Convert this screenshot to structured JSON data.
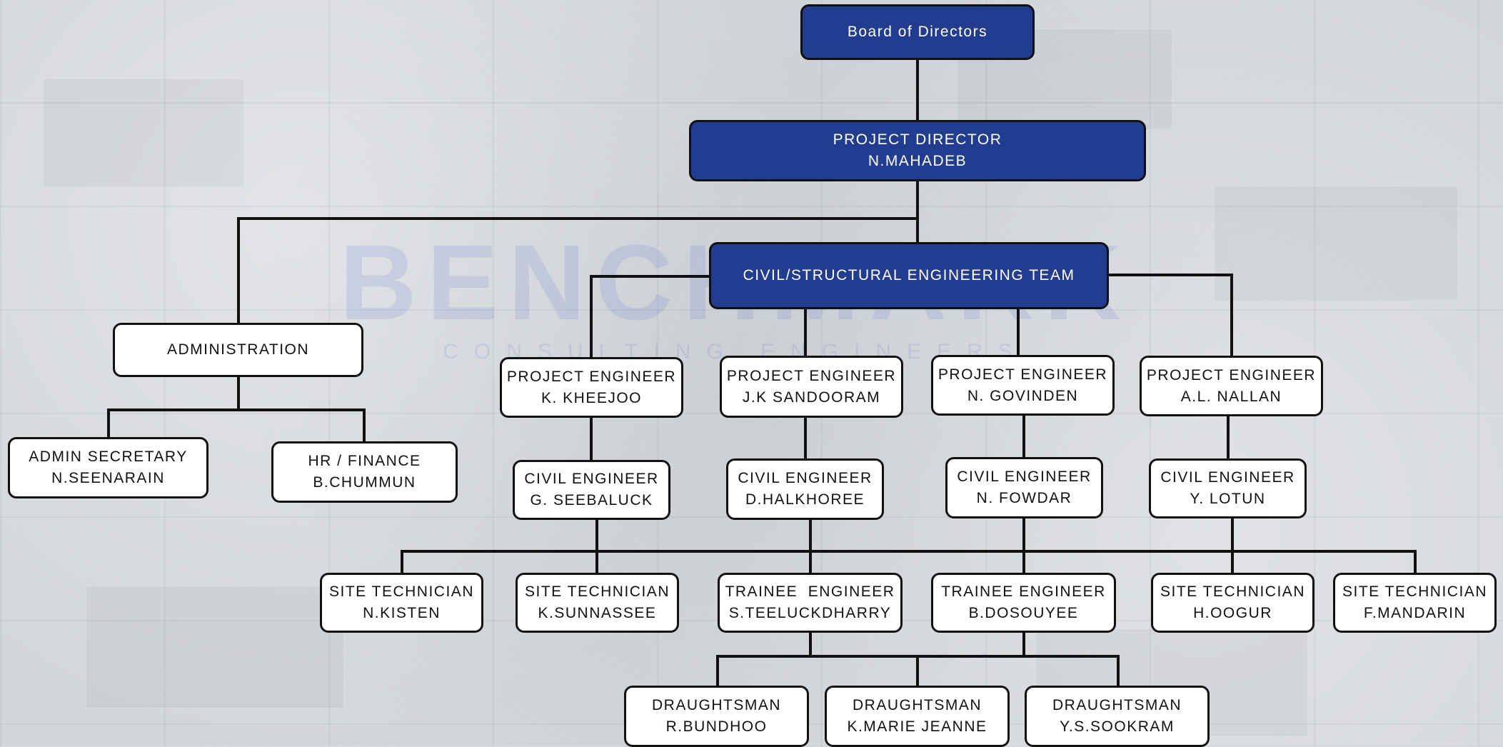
{
  "watermark": {
    "main": "BENCHMARK",
    "sub": "CONSULTING ENGINEERS"
  },
  "colors": {
    "primary": "#223d8f",
    "line": "#111111",
    "box": "#ffffff"
  },
  "nodes": {
    "board": {
      "line1": "Board of Directors"
    },
    "director": {
      "line1": "PROJECT DIRECTOR",
      "line2": "N.MAHADEB"
    },
    "civil_team": {
      "line1": "CIVIL/STRUCTURAL ENGINEERING TEAM"
    },
    "administration": {
      "line1": "ADMINISTRATION"
    },
    "admin_secretary": {
      "line1": "ADMIN SECRETARY",
      "line2": "N.SEENARAIN"
    },
    "hr_finance": {
      "line1": "HR / FINANCE",
      "line2": "B.CHUMMUN"
    },
    "pe_kheejoo": {
      "line1": "PROJECT ENGINEER",
      "line2": "K. KHEEJOO"
    },
    "pe_sandooram": {
      "line1": "PROJECT ENGINEER",
      "line2": "J.K SANDOORAM"
    },
    "pe_govinden": {
      "line1": "PROJECT ENGINEER",
      "line2": "N. GOVINDEN"
    },
    "pe_nallan": {
      "line1": "PROJECT ENGINEER",
      "line2": "A.L. NALLAN"
    },
    "ce_seebaluck": {
      "line1": "CIVIL ENGINEER",
      "line2": "G. SEEBALUCK"
    },
    "ce_halkhoree": {
      "line1": "CIVIL ENGINEER",
      "line2": "D.HALKHOREE"
    },
    "ce_fowdar": {
      "line1": "CIVIL ENGINEER",
      "line2": "N. FOWDAR"
    },
    "ce_lotun": {
      "line1": "CIVIL ENGINEER",
      "line2": "Y. LOTUN"
    },
    "st_kisten": {
      "line1": "SITE TECHNICIAN",
      "line2": "N.KISTEN"
    },
    "st_sunnassee": {
      "line1": "SITE TECHNICIAN",
      "line2": "K.SUNNASSEE"
    },
    "te_teeluckdharry": {
      "line1": "TRAINEE  ENGINEER",
      "line2": "S.TEELUCKDHARRY"
    },
    "te_dosouyee": {
      "line1": "TRAINEE ENGINEER",
      "line2": "B.DOSOUYEE"
    },
    "st_oogur": {
      "line1": "SITE TECHNICIAN",
      "line2": "H.OOGUR"
    },
    "st_mandarin": {
      "line1": "SITE TECHNICIAN",
      "line2": "F.MANDARIN"
    },
    "dr_bundhoo": {
      "line1": "DRAUGHTSMAN",
      "line2": "R.BUNDHOO"
    },
    "dr_mariejeanne": {
      "line1": "DRAUGHTSMAN",
      "line2": "K.MARIE JEANNE"
    },
    "dr_sookram": {
      "line1": "DRAUGHTSMAN",
      "line2": "Y.S.SOOKRAM"
    }
  }
}
